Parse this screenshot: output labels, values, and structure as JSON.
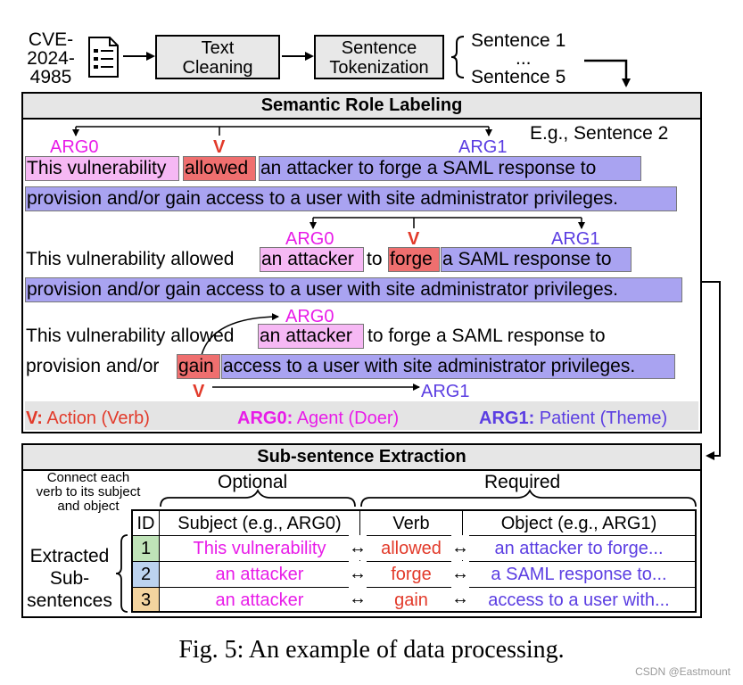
{
  "pipeline": {
    "cve_id": "CVE-2024-4985",
    "cve_lines": [
      "CVE-",
      "2024-",
      "4985"
    ],
    "step1": [
      "Text",
      "Cleaning"
    ],
    "step2": [
      "Sentence",
      "Tokenization"
    ],
    "sentences": [
      "Sentence 1",
      "...",
      "Sentence 5"
    ],
    "icon": "document-icon"
  },
  "srl": {
    "title": "Semantic Role Labeling",
    "example": "E.g., Sentence 2",
    "labels": {
      "arg0": "ARG0",
      "v": "V",
      "arg1": "ARG1"
    },
    "block1": {
      "arg0": "This vulnerability",
      "verb": "allowed",
      "arg1_line1": "an attacker to forge a SAML response to",
      "arg1_line2": "provision and/or gain access to a user with site administrator privileges."
    },
    "block2": {
      "prefix": "This vulnerability allowed",
      "arg0": "an attacker",
      "mid": "to",
      "verb": "forge",
      "arg1_line1": "a SAML response to",
      "arg1_line2": "provision and/or gain access to a user with site administrator privileges."
    },
    "block3": {
      "prefix": "This vulnerability allowed",
      "arg0": "an attacker",
      "suffix": "to forge a SAML response to",
      "line2_prefix": "provision and/or",
      "verb": "gain",
      "arg1": "access to a user with site administrator privileges."
    },
    "legend": [
      {
        "key": "V:",
        "text": "Action (Verb)"
      },
      {
        "key": "ARG0:",
        "text": "Agent (Doer)"
      },
      {
        "key": "ARG1:",
        "text": "Patient (Theme)"
      }
    ]
  },
  "sse": {
    "title": "Sub-sentence Extraction",
    "note": [
      "Connect each",
      "verb to its subject",
      "and object"
    ],
    "optional": "Optional",
    "required": "Required",
    "side_label": [
      "Extracted",
      "Sub-",
      "sentences"
    ],
    "columns": [
      "ID",
      "Subject (e.g., ARG0)",
      "Verb",
      "Object (e.g., ARG1)"
    ],
    "rows": [
      {
        "id": "1",
        "subject": "This vulnerability",
        "verb": "allowed",
        "object": "an attacker to forge..."
      },
      {
        "id": "2",
        "subject": "an attacker",
        "verb": "forge",
        "object": "a SAML response to..."
      },
      {
        "id": "3",
        "subject": "an attacker",
        "verb": "gain",
        "object": "access to a user with..."
      }
    ],
    "arrow_glyph": "↔"
  },
  "caption": "Fig. 5: An example of data processing.",
  "watermark": "CSDN @Eastmount",
  "colors": {
    "arg0": "#e81ce8",
    "verb": "#e23a2a",
    "arg1": "#5b3ee2",
    "header_bg": "#e6e6e6"
  }
}
